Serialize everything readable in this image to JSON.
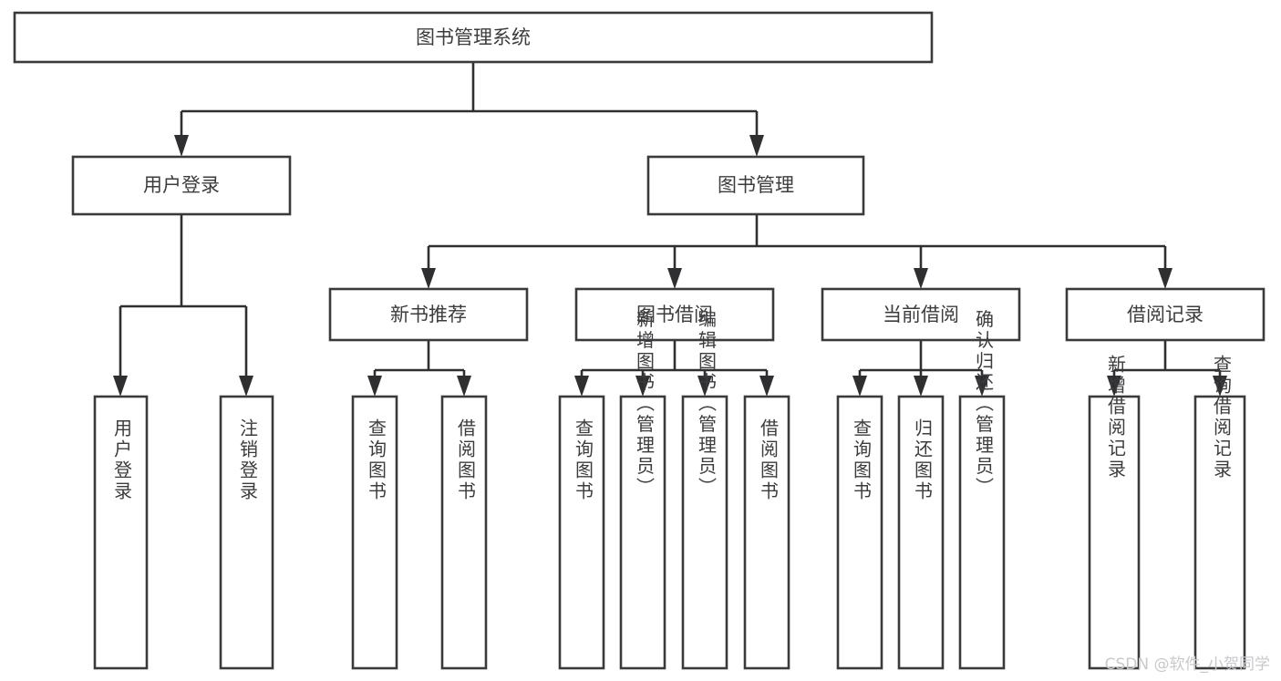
{
  "diagram": {
    "title": "图书管理系统",
    "type": "tree",
    "orientation": "top-down",
    "nodes": {
      "root": {
        "label": "图书管理系统",
        "level": 1,
        "text_direction": "horizontal"
      },
      "user_login": {
        "label": "用户登录",
        "level": 2,
        "text_direction": "horizontal"
      },
      "book_manage": {
        "label": "图书管理",
        "level": 2,
        "text_direction": "horizontal"
      },
      "new_book_rec": {
        "label": "新书推荐",
        "level": 3,
        "text_direction": "horizontal"
      },
      "book_borrow": {
        "label": "图书借阅",
        "level": 3,
        "text_direction": "horizontal"
      },
      "current_borrow": {
        "label": "当前借阅",
        "level": 3,
        "text_direction": "horizontal"
      },
      "borrow_record": {
        "label": "借阅记录",
        "level": 3,
        "text_direction": "horizontal"
      },
      "leaf_user_login": {
        "label": "用户登录",
        "level": 4,
        "text_direction": "vertical"
      },
      "leaf_logout": {
        "label": "注销登录",
        "level": 4,
        "text_direction": "vertical"
      },
      "leaf_query_book_1": {
        "label": "查询图书",
        "level": 4,
        "text_direction": "vertical"
      },
      "leaf_borrow_book_1": {
        "label": "借阅图书",
        "level": 4,
        "text_direction": "vertical"
      },
      "leaf_query_book_2": {
        "label": "查询图书",
        "level": 4,
        "text_direction": "vertical"
      },
      "leaf_add_book": {
        "label": "新增图书（管理员）",
        "level": 4,
        "text_direction": "vertical"
      },
      "leaf_edit_book": {
        "label": "编辑图书（管理员）",
        "level": 4,
        "text_direction": "vertical"
      },
      "leaf_borrow_book_2": {
        "label": "借阅图书",
        "level": 4,
        "text_direction": "vertical"
      },
      "leaf_query_book_3": {
        "label": "查询图书",
        "level": 4,
        "text_direction": "vertical"
      },
      "leaf_return_book": {
        "label": "归还图书",
        "level": 4,
        "text_direction": "vertical"
      },
      "leaf_confirm_return": {
        "label": "确认归还（管理员）",
        "level": 4,
        "text_direction": "vertical"
      },
      "leaf_add_record": {
        "label": "新增借阅记录",
        "level": 4,
        "text_direction": "vertical"
      },
      "leaf_query_record": {
        "label": "查询借阅记录",
        "level": 4,
        "text_direction": "vertical"
      }
    },
    "edges": [
      {
        "from": "root",
        "to": "user_login"
      },
      {
        "from": "root",
        "to": "book_manage"
      },
      {
        "from": "book_manage",
        "to": "new_book_rec"
      },
      {
        "from": "book_manage",
        "to": "book_borrow"
      },
      {
        "from": "book_manage",
        "to": "current_borrow"
      },
      {
        "from": "book_manage",
        "to": "borrow_record"
      },
      {
        "from": "user_login",
        "to": "leaf_user_login"
      },
      {
        "from": "user_login",
        "to": "leaf_logout"
      },
      {
        "from": "new_book_rec",
        "to": "leaf_query_book_1"
      },
      {
        "from": "new_book_rec",
        "to": "leaf_borrow_book_1"
      },
      {
        "from": "book_borrow",
        "to": "leaf_query_book_2"
      },
      {
        "from": "book_borrow",
        "to": "leaf_add_book"
      },
      {
        "from": "book_borrow",
        "to": "leaf_edit_book"
      },
      {
        "from": "book_borrow",
        "to": "leaf_borrow_book_2"
      },
      {
        "from": "current_borrow",
        "to": "leaf_query_book_3"
      },
      {
        "from": "current_borrow",
        "to": "leaf_return_book"
      },
      {
        "from": "current_borrow",
        "to": "leaf_confirm_return"
      },
      {
        "from": "borrow_record",
        "to": "leaf_add_record"
      },
      {
        "from": "borrow_record",
        "to": "leaf_query_record"
      }
    ],
    "colors": {
      "box_border": "#3a3a3c",
      "box_fill": "#ffffff",
      "connector": "#2f2f31",
      "label_text": "#3c3c3e",
      "watermark": "#c9c9cc",
      "background": "#ffffff"
    }
  },
  "watermark": {
    "text": "CSDN @软件_小贺同学"
  }
}
